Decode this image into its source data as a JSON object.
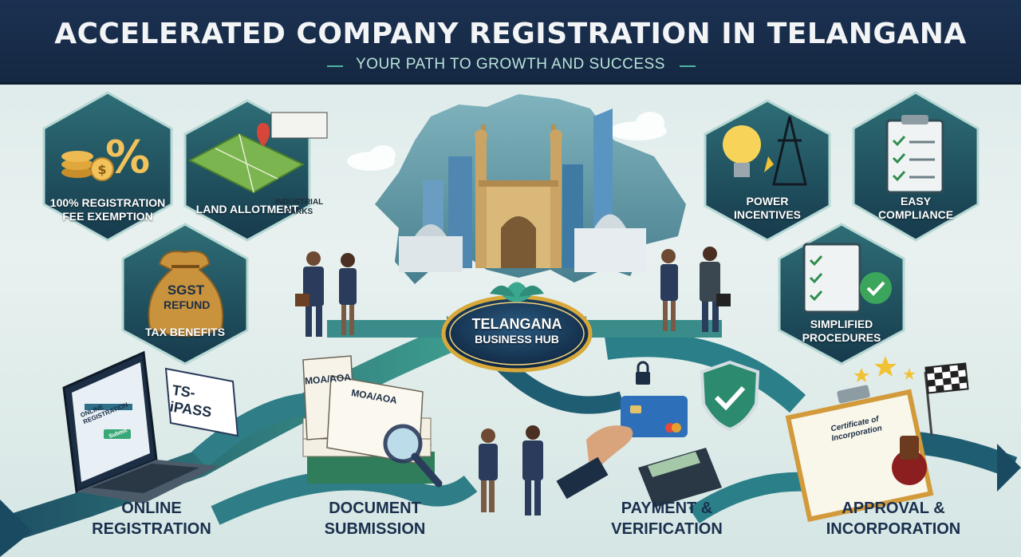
{
  "header": {
    "title": "ACCELERATED COMPANY REGISTRATION IN TELANGANA",
    "subtitle": "YOUR PATH TO GROWTH AND SUCCESS"
  },
  "benefits": [
    {
      "label_line1": "100% REGISTRATION",
      "label_line2": "FEE EXEMPTION",
      "icon": "coins-percent-icon"
    },
    {
      "label_line1": "LAND ALLOTMENT",
      "label_line2": "",
      "icon": "map-pin-icon",
      "callout": "INDUSTRIAL PARKS"
    },
    {
      "label_line1": "TAX BENEFITS",
      "label_line2": "",
      "icon": "money-bag-icon",
      "bag_line1": "SGST",
      "bag_line2": "REFUND"
    },
    {
      "label_line1": "POWER",
      "label_line2": "INCENTIVES",
      "icon": "lightbulb-icon"
    },
    {
      "label_line1": "EASY",
      "label_line2": "COMPLIANCE",
      "icon": "clipboard-checklist-icon"
    },
    {
      "label_line1": "SIMPLIFIED",
      "label_line2": "PROCEDURES",
      "icon": "checklist-icon"
    }
  ],
  "hub": {
    "line1": "TELANGANA",
    "line2": "BUSINESS HUB"
  },
  "steps": [
    {
      "line1": "ONLINE",
      "line2": "REGISTRATION",
      "screen_text": "ONLINE REGISTRATION",
      "badge": "TS-iPASS",
      "button": "Submit"
    },
    {
      "line1": "DOCUMENT",
      "line2": "SUBMISSION",
      "doc1": "MOA/AOA",
      "doc2": "MOA/AOA"
    },
    {
      "line1": "PAYMENT &",
      "line2": "VERIFICATION"
    },
    {
      "line1": "APPROVAL &",
      "line2": "INCORPORATION",
      "certificate_line1": "Certificate of",
      "certificate_line2": "Incorporation"
    }
  ],
  "colors": {
    "navy": "#1b3151",
    "teal": "#2c8a80",
    "gold": "#d8a93a",
    "hex": "#1f4f5e"
  }
}
